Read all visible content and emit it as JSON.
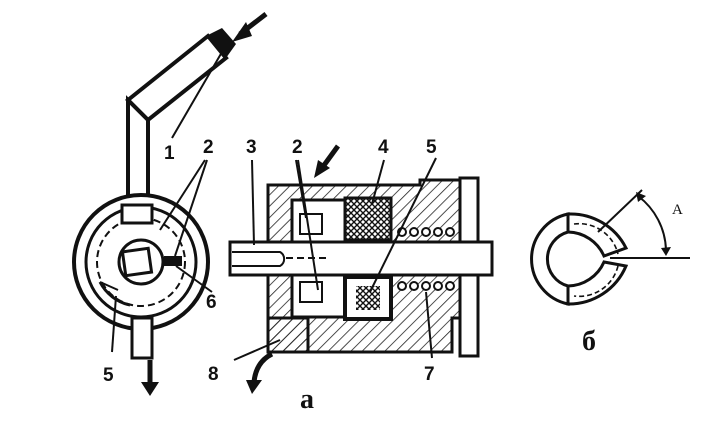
{
  "labels": {
    "n1": "1",
    "n2_left": "2",
    "n2_mid": "2",
    "n3": "3",
    "n4": "4",
    "n5_mid": "5",
    "n5_left": "5",
    "n6": "6",
    "n7": "7",
    "n8": "8",
    "angle": "A"
  },
  "captions": {
    "a": "а",
    "b": "б"
  }
}
